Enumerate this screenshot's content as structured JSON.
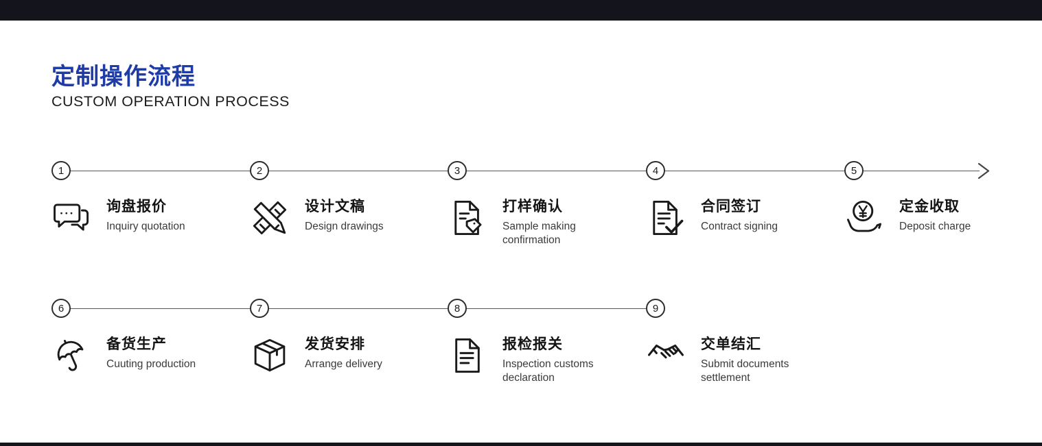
{
  "page": {
    "title": "定制操作流程",
    "subtitle": "CUSTOM OPERATION PROCESS",
    "accent_color": "#1f3ca6",
    "top_bar_color": "#14141c",
    "icon_color": "#1a1a1a",
    "line_color": "#555555"
  },
  "rows": [
    {
      "steps": [
        {
          "number": "1",
          "icon": "chat-bubbles-icon",
          "zh": "询盘报价",
          "en": "Inquiry quotation"
        },
        {
          "number": "2",
          "icon": "ruler-pencil-icon",
          "zh": "设计文稿",
          "en": "Design drawings"
        },
        {
          "number": "3",
          "icon": "document-tag-icon",
          "zh": "打样确认",
          "en": "Sample making confirmation"
        },
        {
          "number": "4",
          "icon": "document-check-icon",
          "zh": "合同签订",
          "en": "Contract signing"
        },
        {
          "number": "5",
          "icon": "coin-hand-icon",
          "zh": "定金收取",
          "en": "Deposit charge"
        }
      ]
    },
    {
      "steps": [
        {
          "number": "6",
          "icon": "umbrella-icon",
          "zh": "备货生产",
          "en": "Cuuting production"
        },
        {
          "number": "7",
          "icon": "package-box-icon",
          "zh": "发货安排",
          "en": "Arrange delivery"
        },
        {
          "number": "8",
          "icon": "document-lines-icon",
          "zh": "报检报关",
          "en": "Inspection customs declaration"
        },
        {
          "number": "9",
          "icon": "handshake-icon",
          "zh": "交单结汇",
          "en": "Submit documents settlement"
        }
      ]
    }
  ]
}
